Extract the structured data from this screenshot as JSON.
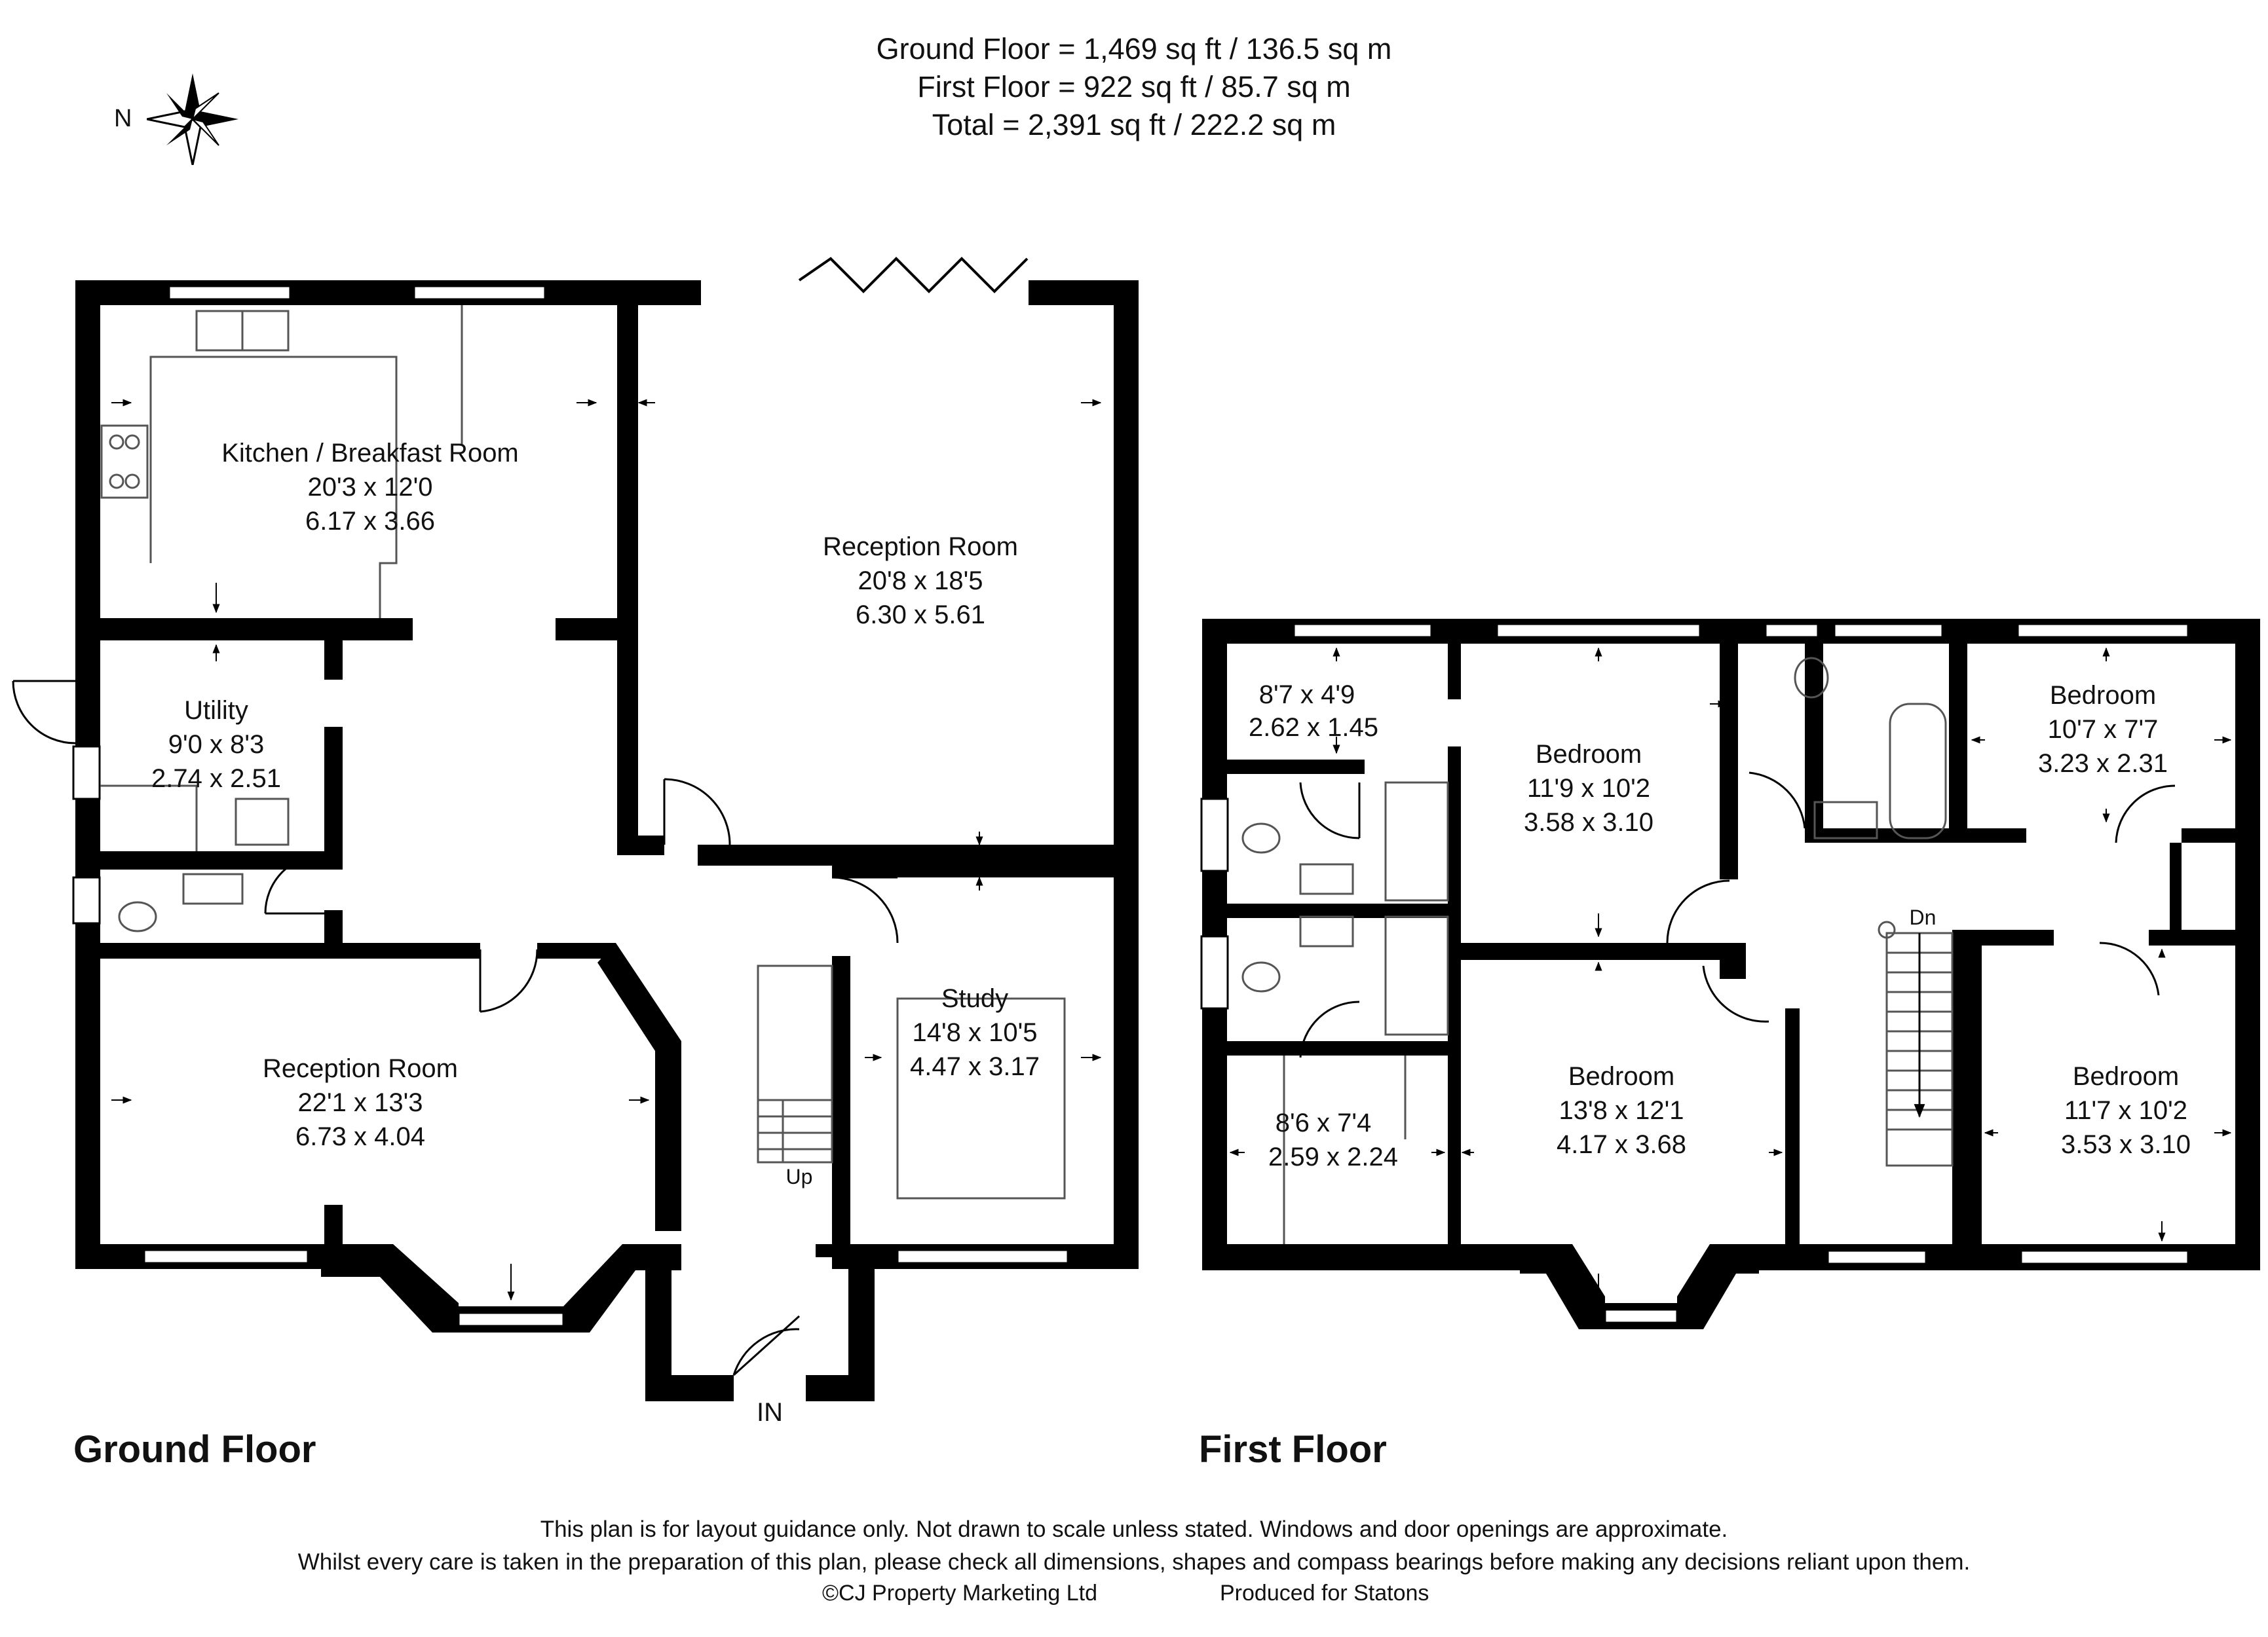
{
  "header": {
    "ground_area": "Ground Floor = 1,469 sq ft / 136.5 sq m",
    "first_area": "First Floor = 922 sq ft / 85.7 sq m",
    "total_area": "Total = 2,391 sq ft / 222.2 sq m"
  },
  "compass": {
    "north_label": "N",
    "icon": "compass-rose-icon"
  },
  "ground_floor": {
    "title": "Ground Floor",
    "entrance_label": "IN",
    "stairs_label": "Up",
    "rooms": [
      {
        "name": "Kitchen / Breakfast Room",
        "imperial": "20'3 x 12'0",
        "metric": "6.17 x 3.66"
      },
      {
        "name": "Reception Room",
        "imperial": "20'8 x 18'5",
        "metric": "6.30 x 5.61"
      },
      {
        "name": "Utility",
        "imperial": "9'0 x 8'3",
        "metric": "2.74 x 2.51"
      },
      {
        "name": "Reception Room",
        "imperial": "22'1 x 13'3",
        "metric": "6.73 x 4.04"
      },
      {
        "name": "Study",
        "imperial": "14'8 x 10'5",
        "metric": "4.47 x 3.17"
      }
    ]
  },
  "first_floor": {
    "title": "First Floor",
    "stairs_label": "Dn",
    "rooms": [
      {
        "name": "",
        "imperial": "8'7 x 4'9",
        "metric": "2.62 x 1.45"
      },
      {
        "name": "Bedroom",
        "imperial": "11'9 x 10'2",
        "metric": "3.58 x 3.10"
      },
      {
        "name": "Bedroom",
        "imperial": "10'7 x 7'7",
        "metric": "3.23 x 2.31"
      },
      {
        "name": "",
        "imperial": "8'6 x 7'4",
        "metric": "2.59 x 2.24"
      },
      {
        "name": "Bedroom",
        "imperial": "13'8 x 12'1",
        "metric": "4.17 x 3.68"
      },
      {
        "name": "Bedroom",
        "imperial": "11'7 x 10'2",
        "metric": "3.53 x 3.10"
      }
    ]
  },
  "footer": {
    "disclaimer_1": "This plan is for layout guidance only. Not drawn to scale unless stated. Windows and door openings are approximate.",
    "disclaimer_2": "Whilst every care is taken in the preparation of this plan, please check all dimensions, shapes and compass bearings before making any decisions reliant upon them.",
    "copyright": "©CJ Property Marketing Ltd",
    "produced_for": "Produced for Statons"
  },
  "colors": {
    "wall": "#000000",
    "fixture": "#666666",
    "window": "#ffffff"
  }
}
